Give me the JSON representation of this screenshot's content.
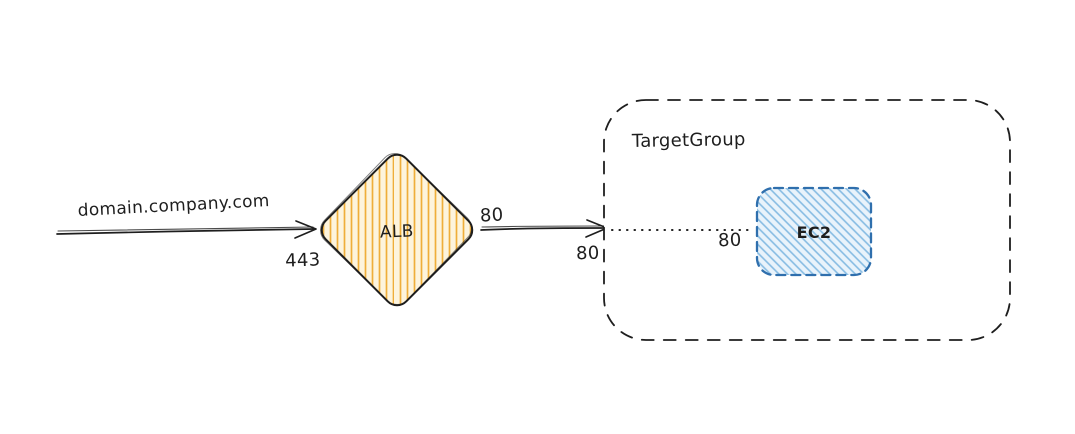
{
  "diagram": {
    "source": {
      "label": "domain.company.com"
    },
    "alb": {
      "label": "ALB"
    },
    "target_group": {
      "label": "TargetGroup"
    },
    "ec2": {
      "label": "EC2"
    },
    "ports": {
      "alb_in": "443",
      "alb_out": "80",
      "target_group_in": "80",
      "ec2_in": "80"
    }
  },
  "colors": {
    "stroke": "#1e1e1e",
    "alb_hatch": "#efae3a",
    "alb_bg": "#fdf4dd",
    "ec2_hatch": "#85bbe2",
    "ec2_bg": "#e9f3fb",
    "ec2_stroke": "#2f6fad",
    "ec2_label": "#1b4c77"
  }
}
